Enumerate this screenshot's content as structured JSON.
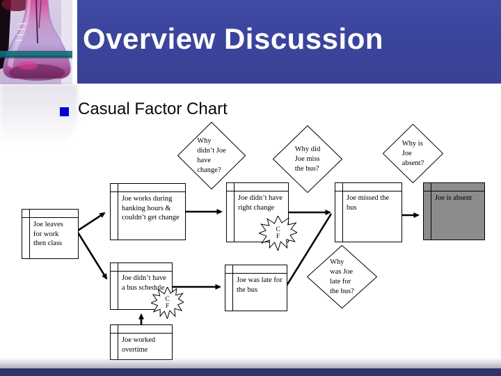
{
  "slide": {
    "title": "Overview Discussion",
    "bullet_text": "Casual Factor Chart"
  },
  "chart": {
    "diamonds": [
      {
        "text": "Why\ndidn’t Joe\nhave\nchange?"
      },
      {
        "text": "Why did\nJoe miss\nthe bus?"
      },
      {
        "text": "Why is\nJoe\nabsent?"
      },
      {
        "text": "Why\nwas Joe\nlate for\nthe bus?"
      }
    ],
    "boxes": [
      {
        "text": "Joe leaves\nfor work\nthen class"
      },
      {
        "text": "Joe works during\nbanking hours &\ncouldn’t get change"
      },
      {
        "text": "Joe didn’t have\nright change"
      },
      {
        "text": "Joe missed the\nbus"
      },
      {
        "text": "Joe is absent"
      },
      {
        "text": "Joe didn’t have\na bus schedule"
      },
      {
        "text": "Joe was late for\nthe bus"
      },
      {
        "text": "Joe worked\novertime"
      }
    ],
    "causal_factor_markers": [
      {
        "text": "C\nF"
      },
      {
        "text": "C\nF"
      }
    ]
  },
  "colors": {
    "banner_blue": "#3B459D",
    "footer_navy": "#2E356B",
    "bullet_blue": "#0202D6",
    "absent_box_gray": "#8C8C8C"
  }
}
